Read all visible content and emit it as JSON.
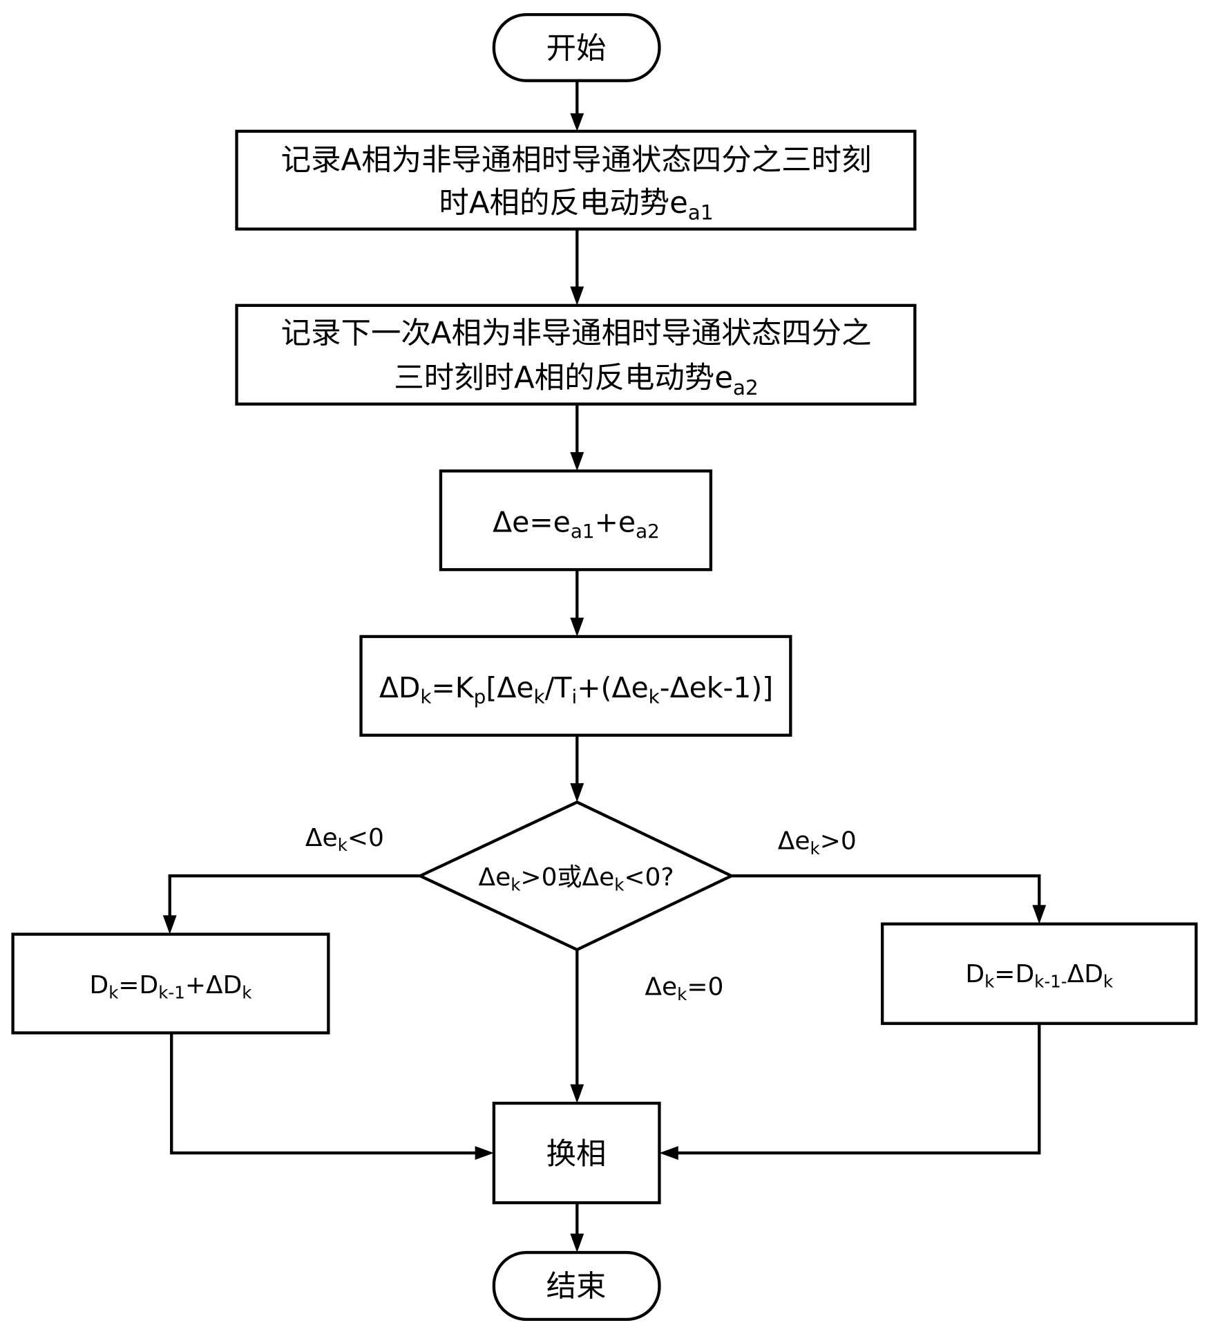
{
  "diagram": {
    "type": "flowchart",
    "colors": {
      "stroke": "#000000",
      "fill": "#ffffff",
      "text": "#000000"
    },
    "nodes": {
      "start": {
        "label": "开始"
      },
      "record1": {
        "line1": "记录A相为非导通相时导通状态四分之三时刻",
        "line2_main": "时A相的反电动势e",
        "line2_sub": "a1"
      },
      "record2": {
        "line1": "记录下一次A相为非导通相时导通状态四分之",
        "line2_main": "三时刻时A相的反电动势e",
        "line2_sub": "a2"
      },
      "delta_e": {
        "p1": "Δe=e",
        "s1": "a1",
        "p2": "+e",
        "s2": "a2"
      },
      "delta_d": {
        "p1": "ΔD",
        "s1": "k",
        "p2": "=K",
        "s2": "p",
        "p3": "[Δe",
        "s3": "k",
        "p4": "/T",
        "s4": "i",
        "p5": "+(Δe",
        "s5": "k",
        "p6": "-Δek-1)]"
      },
      "decision": {
        "p1": "Δe",
        "s1": "k",
        "p2": ">0或Δe",
        "s2": "k",
        "p3": "<0?"
      },
      "left_update": {
        "p1": "D",
        "s1": "k",
        "p2": "=D",
        "s2": "k-1",
        "p3": "+ΔD",
        "s3": "k"
      },
      "right_update": {
        "p1": "D",
        "s1": "k",
        "p2": "=D",
        "s2": "k-1-",
        "p3": "ΔD",
        "s3": "k"
      },
      "commutate": {
        "label": "换相"
      },
      "end": {
        "label": "结束"
      }
    },
    "edge_labels": {
      "left": {
        "p1": "Δe",
        "s1": "k",
        "p2": "<0"
      },
      "right": {
        "p1": "Δe",
        "s1": "k",
        "p2": ">0"
      },
      "bottom": {
        "p1": "Δe",
        "s1": "k",
        "p2": "=0"
      }
    }
  }
}
